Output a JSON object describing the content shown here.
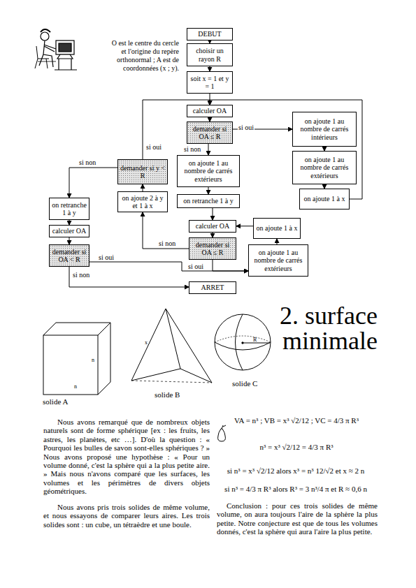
{
  "diagram": {
    "title": "2. surface minimale",
    "nodes": [
      {
        "text": [
          "DEBUT"
        ]
      },
      {
        "text": [
          "choisir un rayon R"
        ]
      },
      {
        "text": [
          "soit x = 1 et y = 1"
        ]
      },
      {
        "text": [
          "calculer OA"
        ]
      },
      {
        "text": [
          "demander si OA ≤ R"
        ]
      },
      {
        "text": [
          "on ajoute 1 au nombre de carrés intérieurs"
        ]
      },
      {
        "text": [
          "on ajoute 1 au nombre de carrés extérieurs"
        ]
      },
      {
        "text": [
          "on ajoute 1 à x"
        ]
      },
      {
        "text": [
          "demander si y < R"
        ]
      },
      {
        "text": [
          "on ajoute 1 au nombre de carrés extérieurs"
        ]
      },
      {
        "text": [
          "on ajoute 2 à y et 1 à x"
        ]
      },
      {
        "text": [
          "on retranche 1 à y"
        ]
      },
      {
        "text": [
          "on retranche 1 à y"
        ]
      },
      {
        "text": [
          "calculer OA"
        ]
      },
      {
        "text": [
          "on ajoute 1 à x"
        ]
      },
      {
        "text": [
          "calculer OA"
        ]
      },
      {
        "text": [
          "demander si OA ≤ R"
        ]
      },
      {
        "text": [
          "on ajoute 1 au nombre de carrés extérieurs"
        ]
      },
      {
        "text": [
          "demander si OA < R"
        ]
      },
      {
        "text": [
          "ARRET"
        ]
      }
    ],
    "edges": [
      {
        "from": 0,
        "to": 1,
        "arrow": "to"
      },
      {
        "from": 1,
        "to": 2,
        "arrow": "to"
      },
      {
        "from": 2,
        "to": 3,
        "arrow": "to"
      },
      {
        "from": 3,
        "to": 4,
        "arrow": "to"
      },
      {
        "from": 4,
        "to": 5,
        "label": "si oui",
        "arrow": "to"
      },
      {
        "from": 5,
        "to": 6,
        "arrow": "to"
      },
      {
        "from": 6,
        "to": 7,
        "arrow": "to"
      },
      {
        "from": 7,
        "to": 3,
        "arrow": "to"
      },
      {
        "from": 4,
        "to": 9,
        "label": "si non",
        "arrow": "to"
      },
      {
        "from": 9,
        "to": 11,
        "arrow": "to"
      },
      {
        "from": 11,
        "to": 13,
        "arrow": "to"
      },
      {
        "from": 13,
        "to": 16,
        "arrow": "to"
      },
      {
        "from": 16,
        "to": 17,
        "label": "si oui",
        "arrow": "to"
      },
      {
        "from": 17,
        "to": 14,
        "arrow": "to"
      },
      {
        "from": 14,
        "to": 13,
        "arrow": "to"
      },
      {
        "from": 16,
        "to": 10,
        "label": "si non",
        "arrow": "to"
      },
      {
        "from": 10,
        "to": 8,
        "arrow": "to"
      },
      {
        "from": 8,
        "to": 3,
        "label": "si oui",
        "arrow": "to"
      },
      {
        "from": 8,
        "to": 12,
        "label": "si non",
        "arrow": "to"
      },
      {
        "from": 12,
        "to": 15,
        "arrow": "to"
      },
      {
        "from": 15,
        "to": 18,
        "arrow": "to"
      },
      {
        "from": 18,
        "to": 17,
        "label": "si oui",
        "arrow": "to"
      },
      {
        "from": 18,
        "to": 19,
        "label": "si non",
        "arrow": "to"
      }
    ],
    "labels": [
      "O est le centre du cercle et l'origine du repère orthonormal ; A est de coordonnées (x ; y).",
      "n",
      "n",
      "solide A",
      "x",
      "solide B",
      "R",
      "solide C",
      "Nous avons remarqué que de nombreux objets naturels sont de forme sphérique [ex : les fruits, les astres, les planètes, etc …]. D'où la question : « Pourquoi les bulles de savon sont-elles sphériques ? » Nous avons proposé une hypothèse : « Pour un volume donné, c'est la sphère qui a la plus petite aire. » Mais nous n'avons comparé que les surfaces, les volumes et les périmètres de divers objets géométriques.",
      "Nous avons pris trois solides de même volume, et nous essayons de comparer leurs aires. Les trois solides sont : un cube, un tétraèdre et une boule.",
      "VA = n³ ; VB = x³ √2/12 ; VC = 4/3 π R³",
      "n³ = x³ √2/12 = 4/3 π R³",
      "si n³ = x³ √2/12 alors x³ = n³ 12/√2 et x ≈ 2 n",
      "si n³ = 4/3 π R³ alors R³ = 3 n³/4 π et R ≈ 0,6 n",
      "Conclusion : pour ces trois solides de même volume, on aura toujours l'aire de la sphère la plus petite. Notre conjecture est que de tous les volumes donnés, c'est la sphère qui aura l'aire la plus petite."
    ]
  }
}
